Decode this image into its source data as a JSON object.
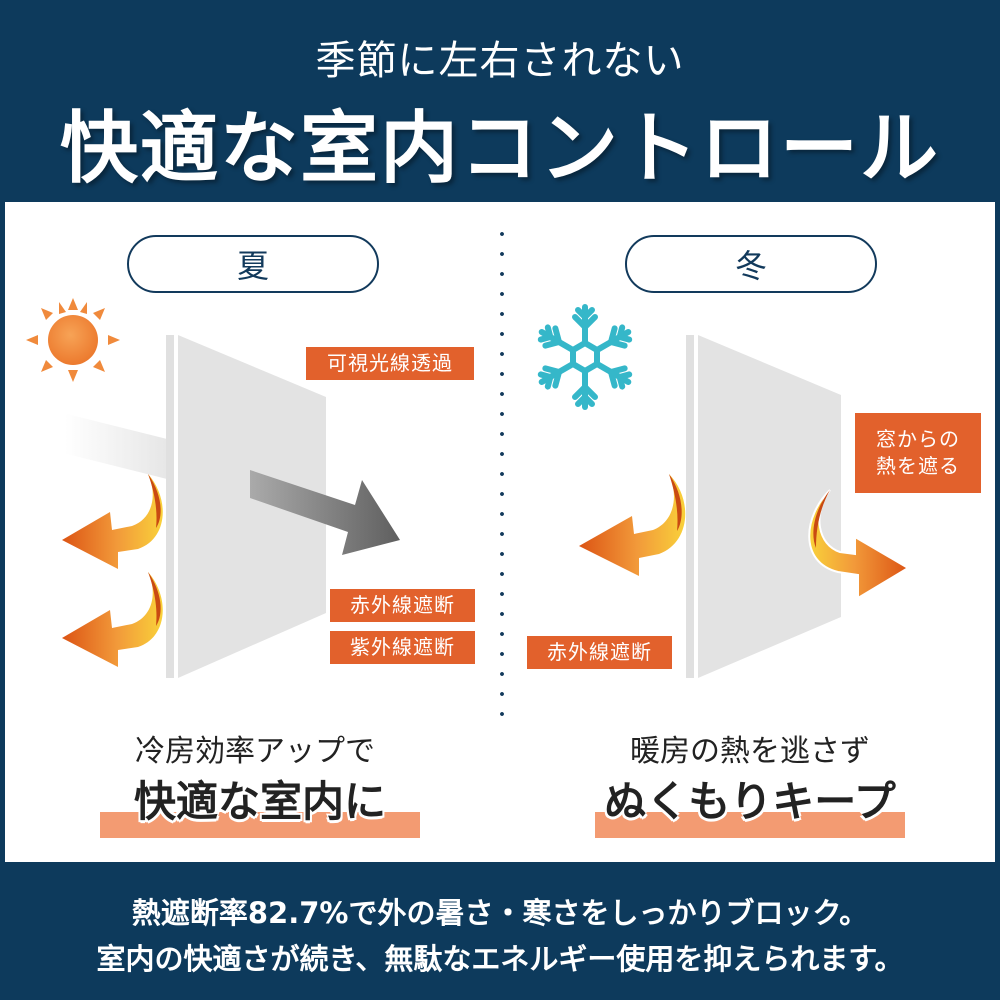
{
  "header": {
    "subtitle": "季節に左右されない",
    "title": "快適な室内コントロール"
  },
  "summer": {
    "season_label": "夏",
    "tags": {
      "visible_light": "可視光線透過",
      "infrared": "赤外線遮断",
      "ultraviolet": "紫外線遮断"
    },
    "caption_sub": "冷房効率アップで",
    "caption_main": "快適な室内に",
    "icon": "sun-icon"
  },
  "winter": {
    "season_label": "冬",
    "tags": {
      "heat_block_line1": "窓からの",
      "heat_block_line2": "熱を遮る",
      "infrared": "赤外線遮断"
    },
    "caption_sub": "暖房の熱を逃さず",
    "caption_main": "ぬくもりキープ",
    "icon": "snowflake-icon"
  },
  "footer": {
    "line1": "熱遮断率82.7%で外の暑さ・寒さをしっかりブロック。",
    "line2": "室内の快適さが続き、無駄なエネルギー使用を抑えられます。"
  },
  "colors": {
    "navy": "#0d3a5c",
    "tag_orange": "#e2612c",
    "underline_peach": "#f39b72",
    "sun_orange": "#f08a3c",
    "snow_teal": "#35b7c9",
    "glass_gray": "#e3e3e3"
  }
}
